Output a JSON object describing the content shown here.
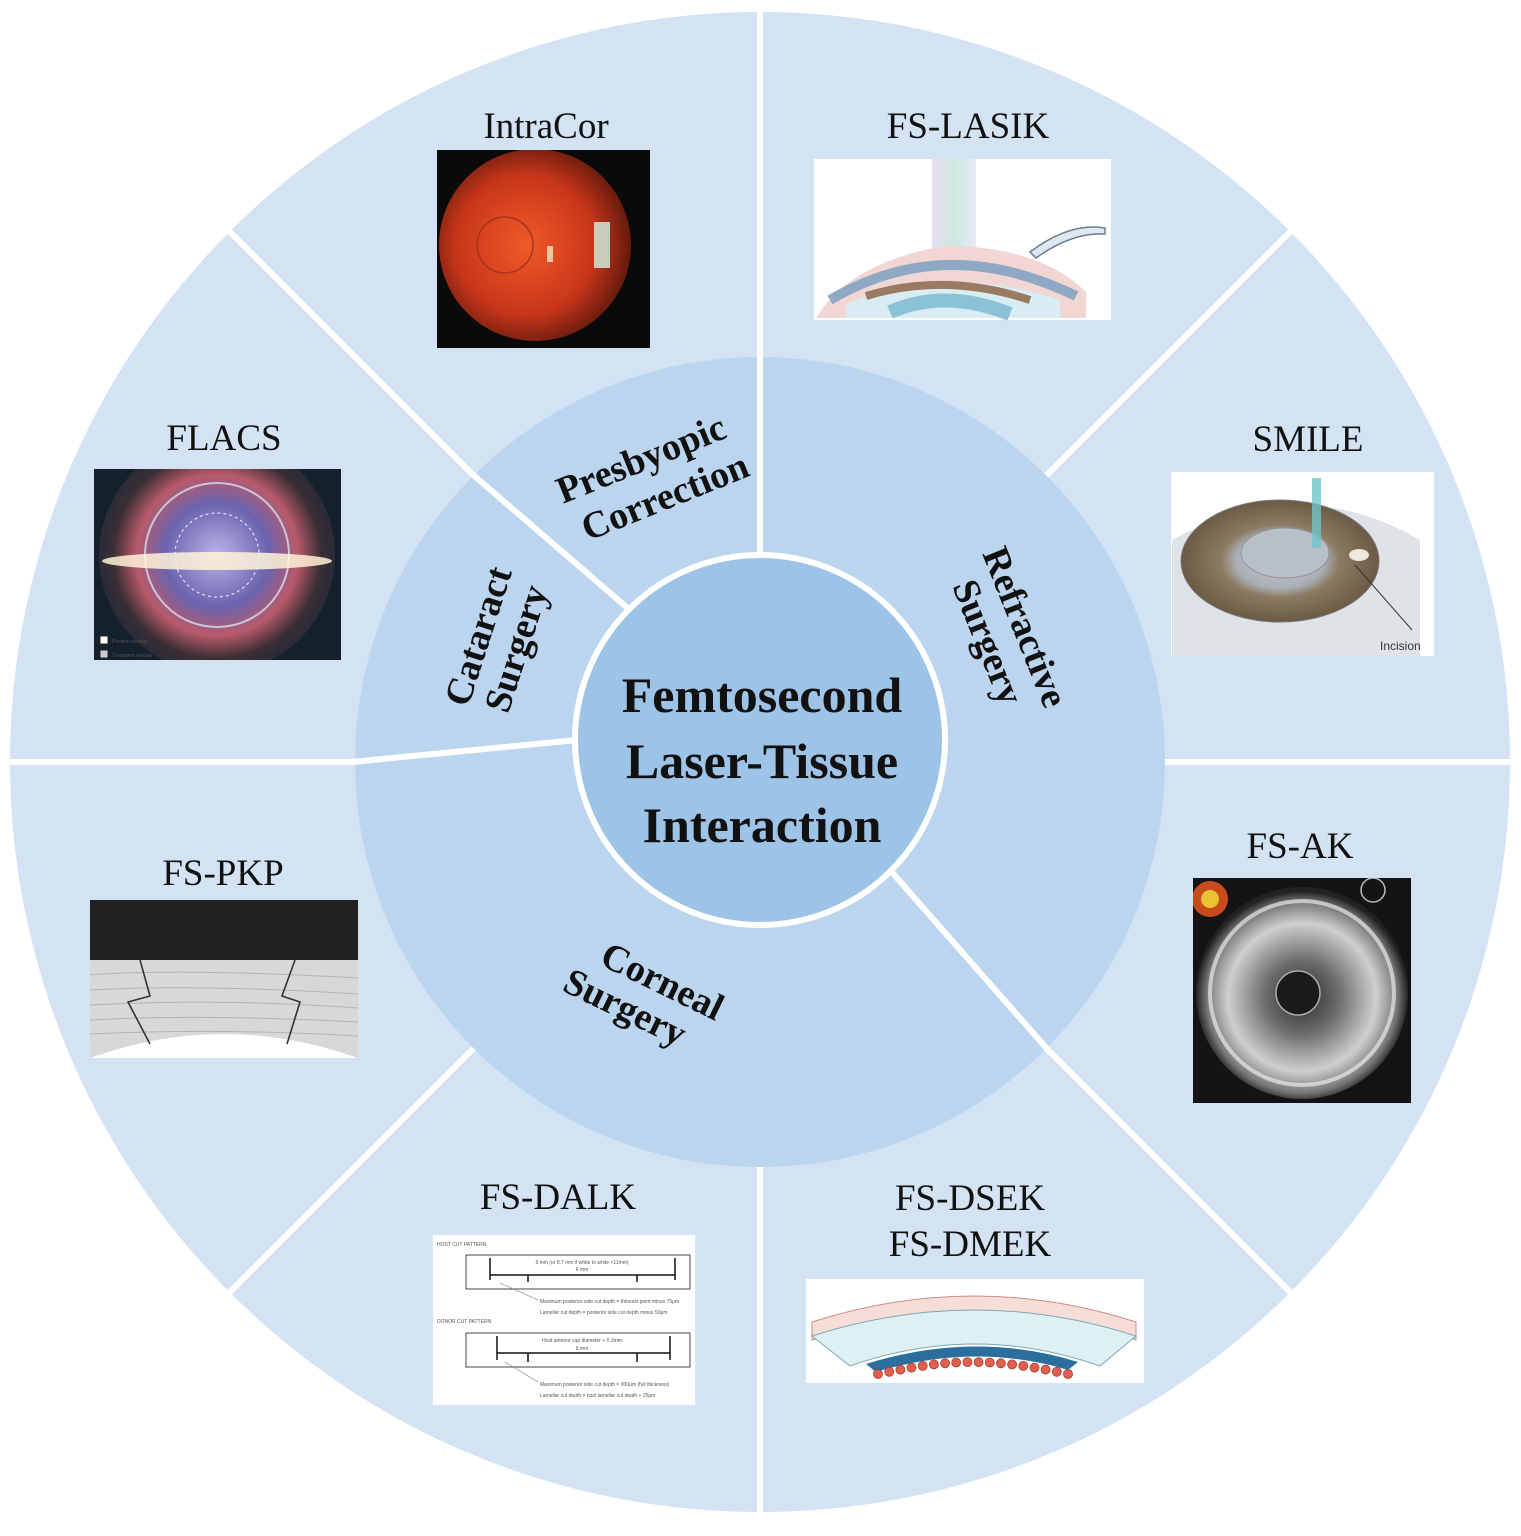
{
  "center": {
    "lines": [
      "Femtosecond",
      "Laser-Tissue",
      "Interaction"
    ]
  },
  "middle": {
    "presbyopic": [
      "Presbyopic",
      "Correction"
    ],
    "refractive": [
      "Refractive",
      "Surgery"
    ],
    "cataract": [
      "Cataract",
      "Surgery"
    ],
    "corneal": [
      "Corneal",
      "Surgery"
    ]
  },
  "outer": {
    "intracor": "IntraCor",
    "fs_lasik": "FS-LASIK",
    "smile": "SMILE",
    "fs_ak": "FS-AK",
    "fs_dsek": "FS-DSEK",
    "fs_dmek": "FS-DMEK",
    "fs_dalk": "FS-DALK",
    "fs_pkp": "FS-PKP",
    "flacs": "FLACS"
  },
  "image_text": {
    "smile_incision": "Incision",
    "flacs_option1": "Position overlay",
    "flacs_option2": "Treatment overlay",
    "dalk_host": "HOST CUT PATTERN",
    "dalk_donor": "DONOR CUT PATTERN",
    "dalk_host_width": "9 mm (or 8.7 mm if white to white <11mm)",
    "dalk_host_inner": "6 mm",
    "dalk_host_note1": "Maximum posterior side cut depth = thinnest point minus 75μm",
    "dalk_host_note2": "Lamellar cut depth = posterior side cut depth minus 50μm",
    "dalk_donor_width": "Host anterior cap diameter + 0.3mm",
    "dalk_donor_inner": "6 mm",
    "dalk_donor_note1": "Maximum posterior side cut depth = 900μm (full thickness)",
    "dalk_donor_note2": "Lamellar cut depth = host lamellar cut depth + 25μm"
  },
  "colors": {
    "outer_ring": "#d3e3f4",
    "middle_ring": "#bcd5ee",
    "center": "#9dc3e6",
    "divider": "#ffffff"
  }
}
